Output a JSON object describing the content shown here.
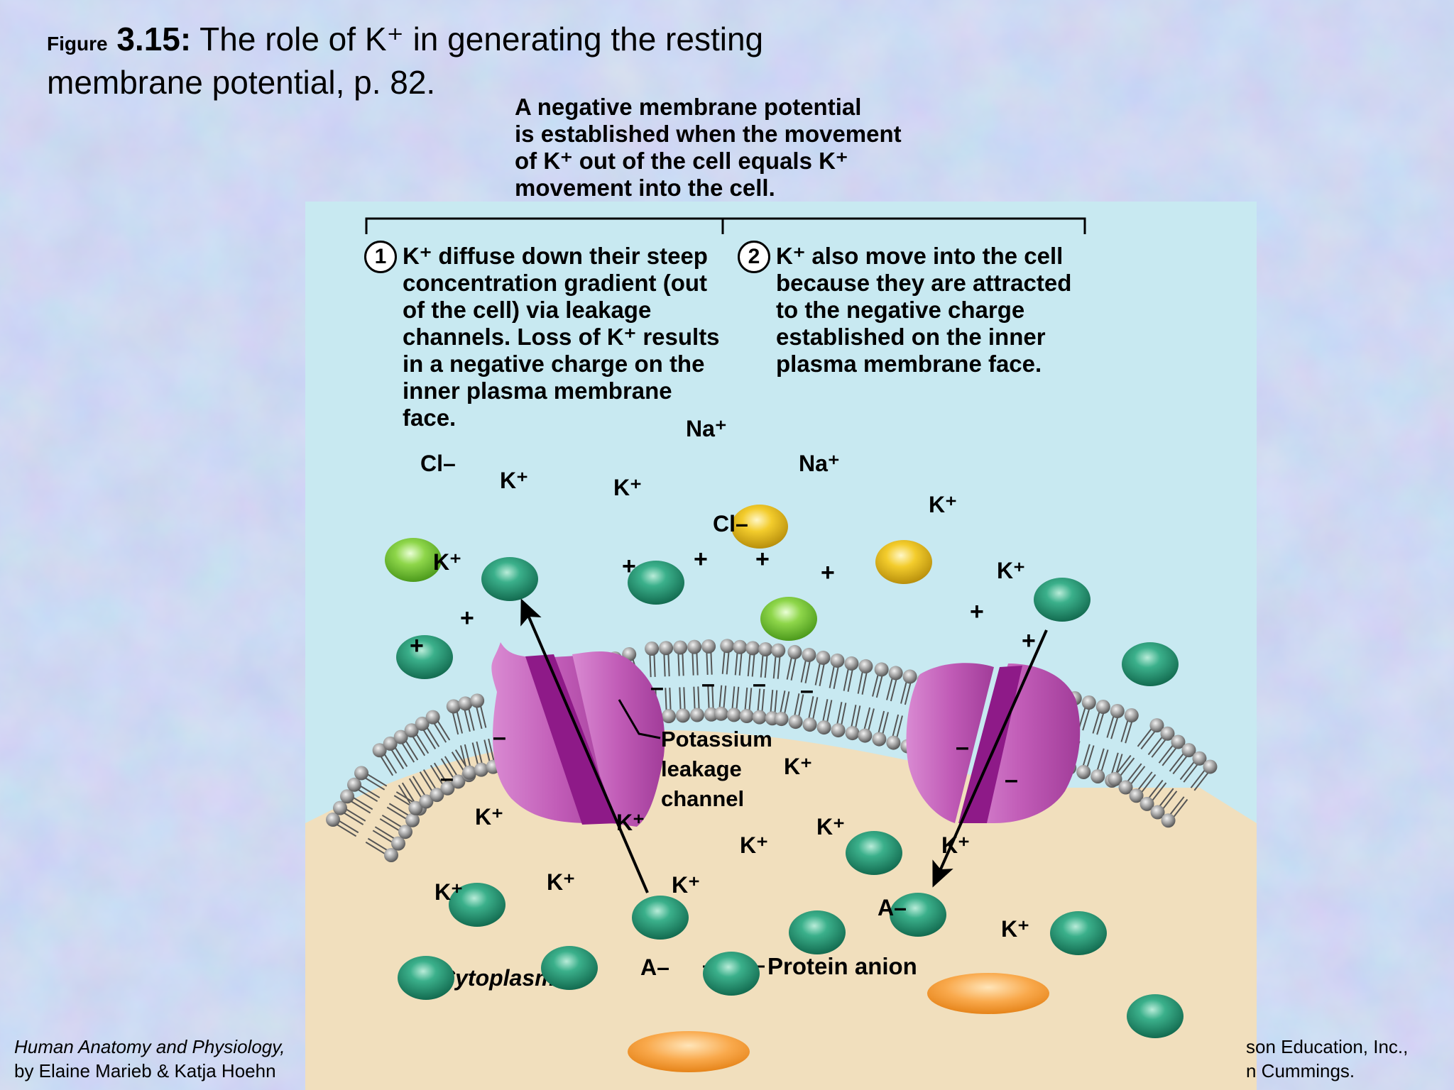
{
  "title": {
    "figure_word": "Figure",
    "figure_number": "3.15:",
    "line1": "The role of K⁺ in generating the resting",
    "line2": "membrane potential, p. 82."
  },
  "top_caption": [
    "A negative membrane potential",
    "is established when the movement",
    "of K⁺ out of the cell equals K⁺",
    "movement into the cell."
  ],
  "steps": [
    {
      "number": "1",
      "lines": [
        "K⁺ diffuse down their steep",
        "concentration gradient (out",
        "of the cell) via leakage",
        "channels. Loss of K⁺ results",
        "in a negative charge on the",
        "inner plasma membrane",
        "face."
      ]
    },
    {
      "number": "2",
      "lines": [
        "K⁺ also move into the cell",
        "because they are attracted",
        "to the negative charge",
        "established on the inner",
        "plasma membrane face."
      ]
    }
  ],
  "labels": {
    "channel": [
      "Potassium",
      "leakage",
      "channel"
    ],
    "protein_anion": "Protein anion",
    "cytoplasm": "Cytoplasm"
  },
  "ions": {
    "potassium": "K⁺",
    "sodium": "Na⁺",
    "chloride": "Cl–",
    "anion": "A–",
    "plus": "+",
    "minus": "–"
  },
  "credits": {
    "left_line1": "Human Anatomy and Physiology,",
    "left_line2": "by Elaine Marieb & Katja Hoehn",
    "right_line1": "son Education, Inc.,",
    "right_line2": "n Cummings."
  },
  "colors": {
    "extracellular": "#c8e9f1",
    "cytoplasm": "#f1dfbd",
    "potassium_ball": "#2e9a76",
    "sodium_ball": "#8ed64a",
    "chloride_ball": "#f3cc2c",
    "protein_anion": "#f5a24a",
    "channel": "#c15cb7",
    "channel_dark": "#8e1a88"
  }
}
